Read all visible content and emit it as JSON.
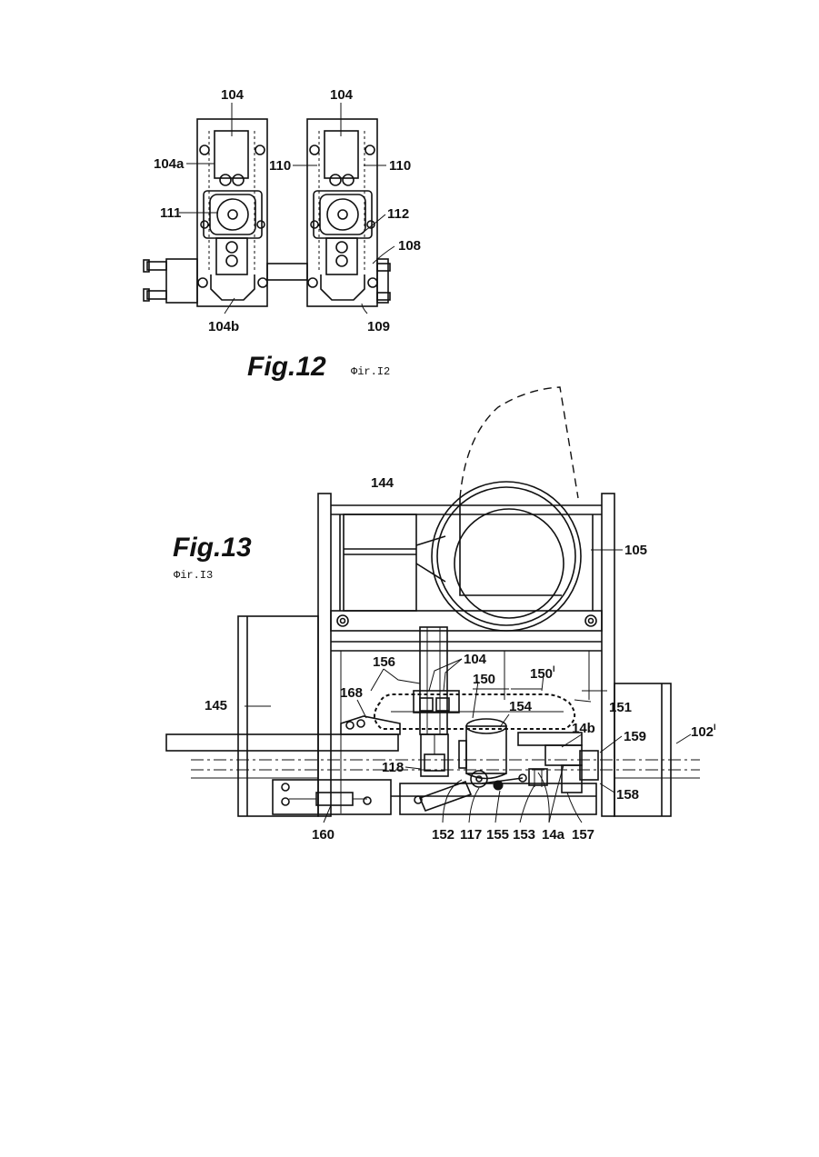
{
  "fig12": {
    "title": "Fig.12",
    "cyrillic_title": "Фir.I2",
    "labels": {
      "l104_left": "104",
      "l104_right": "104",
      "l104a": "104a",
      "l110_left": "110",
      "l110_right": "110",
      "l111": "111",
      "l112": "112",
      "l108": "108",
      "l104b": "104b",
      "l109": "109"
    }
  },
  "fig13": {
    "title": "Fig.13",
    "cyrillic_title": "Фir.I3",
    "labels": {
      "l144": "144",
      "l105": "105",
      "l104": "104",
      "l156": "156",
      "l150": "150",
      "l150p": "150",
      "l150p_sup": "I",
      "l168": "168",
      "l145": "145",
      "l154": "154",
      "l151": "151",
      "l14b": "14b",
      "l159": "159",
      "l102p": "102",
      "l102p_sup": "I",
      "l118": "118",
      "l158": "158",
      "l160": "160",
      "l152": "152",
      "l117": "117",
      "l155": "155",
      "l153": "153",
      "l14a": "14a",
      "l157": "157"
    }
  }
}
